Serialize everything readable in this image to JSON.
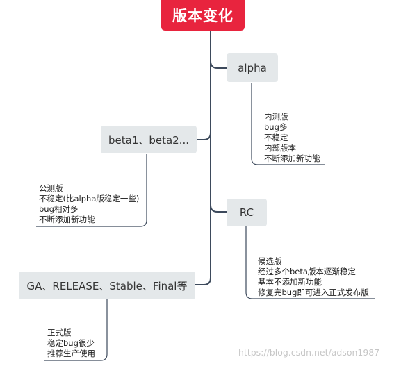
{
  "root": {
    "label": "版本变化"
  },
  "branches": [
    {
      "id": "alpha",
      "label": "alpha",
      "notes": [
        "内测版",
        "bug多",
        "不稳定",
        "内部版本",
        "不断添加新功能"
      ]
    },
    {
      "id": "beta",
      "label": "beta1、beta2...",
      "notes": [
        "公测版",
        "不稳定(比alpha版稳定一些)",
        "bug相对多",
        "不断添加新功能"
      ]
    },
    {
      "id": "rc",
      "label": "RC",
      "notes": [
        "候选版",
        "经过多个beta版本逐渐稳定",
        "基本不添加新功能",
        "修复完bug即可进入正式发布版"
      ]
    },
    {
      "id": "ga",
      "label": "GA、RELEASE、Stable、Final等",
      "notes": [
        "正式版",
        "稳定bug很少",
        "推荐生产使用"
      ]
    }
  ],
  "watermark": "https://blog.csdn.net/adson1987",
  "colors": {
    "root_bg": "#e8243e",
    "node_bg": "#e4e8ea",
    "line": "#3d4a5c"
  }
}
